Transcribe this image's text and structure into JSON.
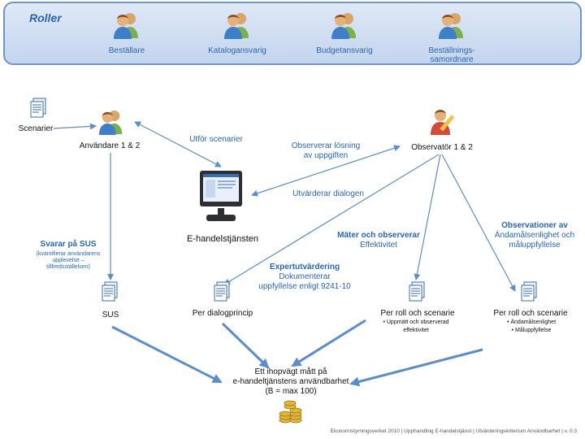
{
  "roles_header": "Roller",
  "roles": [
    "Beställare",
    "Katalogansvarig",
    "Budgetansvarig",
    "Beställnings-\nsamordnare"
  ],
  "nodes": {
    "scenarier": "Scenarier",
    "anvandare": "Användare 1 & 2",
    "observator": "Observatör 1 & 2",
    "ehandel": "E-handelstjänsten",
    "sus": "SUS",
    "per_dialog": "Per dialogprincip",
    "per_roll_1": "Per roll och scenarie",
    "per_roll_2": "Per roll och scenarie",
    "result_line1": "Ett ihopvägt mått på",
    "result_line2": "e-handeltjänstens användbarhet",
    "result_line3": "(B = max 100)"
  },
  "edges": {
    "utfor": "Utför scenarier",
    "observerar_1": "Observerar lösning",
    "observerar_2": "av uppgiften",
    "utvarderar": "Utvärderar dialogen",
    "svarar_sus": "Svarar på SUS",
    "svarar_sus_sub": "(kvantifierar användarens upplevelse – tillfredsställelsen)",
    "expert_title": "Expertutvärdering",
    "expert_1": "Dokumenterar",
    "expert_2": "uppfyllelse enligt 9241-10",
    "mater_title": "Mäter och observerar",
    "mater_sub": "Effektivitet",
    "obs_title": "Observationer av",
    "obs_1": "Ändamålsenlighet och",
    "obs_2": "måluppfyllelse"
  },
  "bullets_roll_1": [
    "Uppmätt och observerad effektivitet"
  ],
  "bullets_roll_2": [
    "Ändamålsenlighet",
    "Måluppfyllelse"
  ],
  "footer": "Ekonomistyrningsverket 2010 | Upphandling E-handelstjänst | Utvärderingskriterium Användbarhet | v. 0.3",
  "colors": {
    "accent": "#2a66b0",
    "arrow": "#5b8dc8",
    "box_border": "#6f94c8"
  },
  "icons": [
    "people-icon",
    "document-icon",
    "observer-pen-icon",
    "monitor-icon",
    "coins-icon"
  ]
}
